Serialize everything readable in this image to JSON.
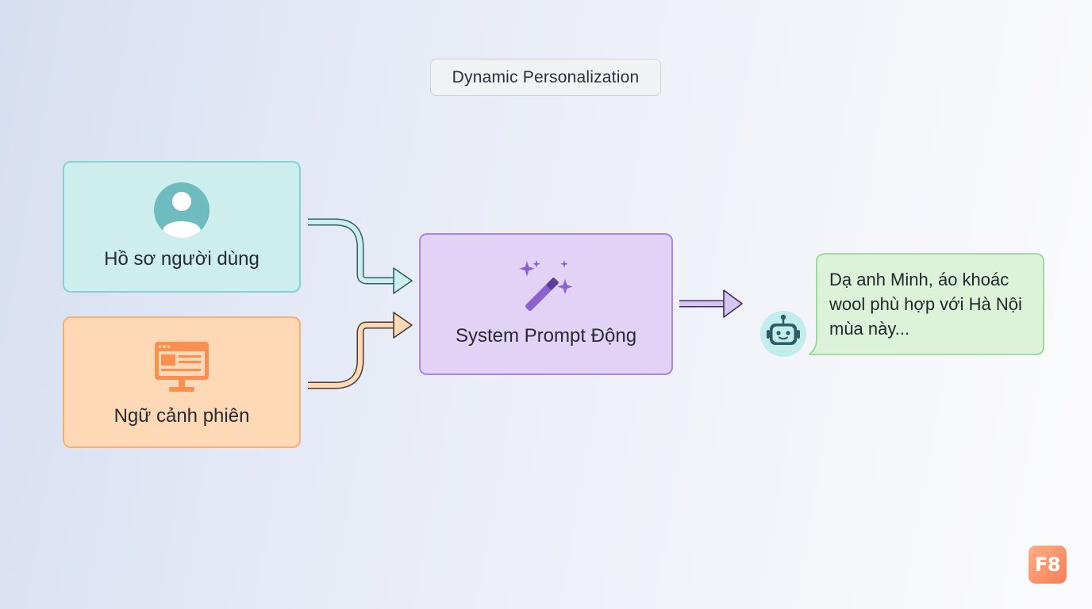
{
  "title": "Dynamic Personalization",
  "inputs": {
    "profile": {
      "label": "Hồ sơ người dùng",
      "icon": "user-profile-icon"
    },
    "session": {
      "label": "Ngữ cảnh phiên",
      "icon": "browser-window-icon"
    }
  },
  "prompt": {
    "label": "System Prompt Động",
    "icon": "magic-wand-icon"
  },
  "output": {
    "avatar": "robot-icon",
    "message": "Dạ anh Minh, áo khoác wool phù hợp với Hà Nội mùa này..."
  },
  "logo": "F8",
  "colors": {
    "profile_fill": "#cdeeed",
    "profile_border": "#86d1d3",
    "session_fill": "#ffd8b5",
    "session_border": "#f5b078",
    "prompt_fill": "#e2d2f6",
    "prompt_border": "#a987da",
    "bubble_fill": "#dcf3d9",
    "bubble_border": "#8fd18c",
    "logo_accent": "#fb8a62"
  }
}
